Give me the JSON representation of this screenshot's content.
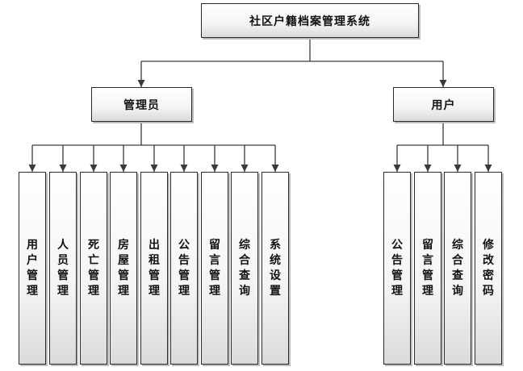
{
  "root": {
    "label": "社区户籍档案管理系统"
  },
  "branches": [
    {
      "key": "admin",
      "label": "管理员",
      "items": [
        "用户管理",
        "人员管理",
        "死亡管理",
        "房屋管理",
        "出租管理",
        "公告管理",
        "留言管理",
        "综合查询",
        "系统设置"
      ]
    },
    {
      "key": "user",
      "label": "用户",
      "items": [
        "公告管理",
        "留言管理",
        "综合查询",
        "修改密码"
      ]
    }
  ]
}
